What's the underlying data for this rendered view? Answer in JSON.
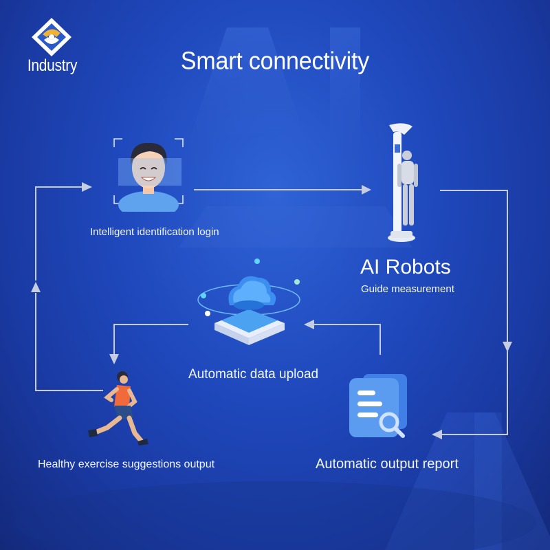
{
  "logo": {
    "text": "Industry"
  },
  "title": "Smart connectivity",
  "steps": {
    "login": {
      "label": "Intelligent identification login",
      "icon": "face-scan-icon"
    },
    "robots": {
      "title": "AI Robots",
      "subtitle": "Guide measurement",
      "icon": "robot-icon"
    },
    "upload": {
      "label": "Automatic data upload",
      "icon": "cloud-upload-icon"
    },
    "report": {
      "label": "Automatic output report",
      "icon": "report-document-icon"
    },
    "exercise": {
      "label": "Healthy exercise suggestions output",
      "icon": "runner-icon"
    }
  },
  "colors": {
    "background": "#1f49bd",
    "arrow": "#c7cde0",
    "report_icon": "#5c9cf0",
    "runner_shirt": "#f06a3c"
  }
}
